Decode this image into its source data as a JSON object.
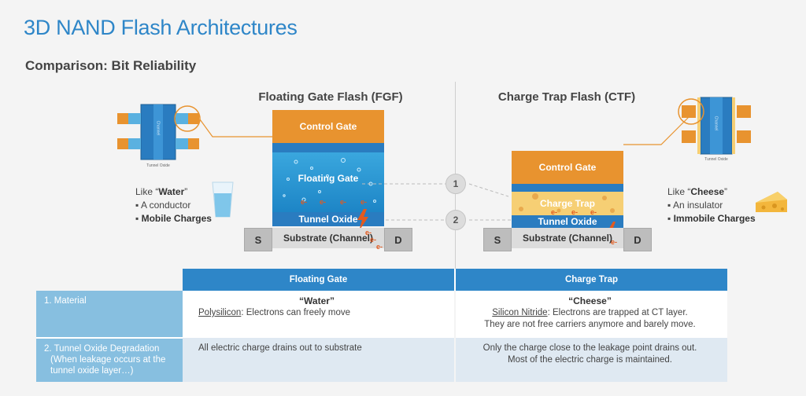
{
  "header": {
    "title": "3D NAND Flash Architectures",
    "subtitle": "Comparison: Bit Reliability"
  },
  "fgf": {
    "title": "Floating Gate Flash (FGF)",
    "control_gate": "Control Gate",
    "floating_gate": "Floating Gate",
    "tunnel_oxide": "Tunnel Oxide",
    "source": "S",
    "drain": "D",
    "substrate": "Substrate (Channel)",
    "electron": "e-",
    "like_prefix": "Like “",
    "like_word": "Water",
    "like_suffix": "”",
    "bullet1": "A conductor",
    "bullet2": "Mobile Charges",
    "cell_tag": "Tunnel Oxide",
    "channel_tag": "Channel"
  },
  "ctf": {
    "title": "Charge Trap Flash (CTF)",
    "control_gate": "Control Gate",
    "charge_trap": "Charge Trap",
    "tunnel_oxide": "Tunnel Oxide",
    "source": "S",
    "drain": "D",
    "substrate": "Substrate (Channel)",
    "electron": "e-",
    "like_prefix": "Like “",
    "like_word": "Cheese",
    "like_suffix": "”",
    "bullet1": "An insulator",
    "bullet2": "Immobile Charges",
    "cell_tag": "Tunnel Oxide",
    "channel_tag": "Channel"
  },
  "markers": [
    "1",
    "2"
  ],
  "table": {
    "columns": [
      "Floating Gate",
      "Charge Trap"
    ],
    "rows": [
      {
        "label": "1. Material",
        "fg_title": "“Water”",
        "fg_term": "Polysilicon",
        "fg_text": ": Electrons can freely move",
        "ct_title": "“Cheese”",
        "ct_term": "Silicon Nitride",
        "ct_text": ": Electrons are trapped at CT layer.",
        "ct_text2": "They are not free carriers anymore and barely move."
      },
      {
        "label": "2. Tunnel Oxide Degradation",
        "label2": "(When leakage occurs at  the tunnel oxide layer…)",
        "fg_text": "All electric charge drains out to substrate",
        "ct_text": "Only the charge close to the leakage point drains out.",
        "ct_text2": "Most of the electric charge is maintained."
      }
    ]
  },
  "colors": {
    "accent": "#2e86c8",
    "gate_orange": "#e8932f",
    "water_blue": "#2aa0d8",
    "cheese_yellow": "#f6cf74",
    "electron_orange": "#e35a1e"
  }
}
